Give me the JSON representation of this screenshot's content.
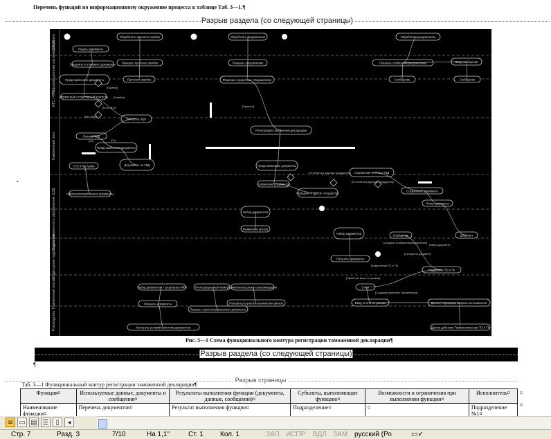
{
  "document": {
    "intro_line": "Перечень функций по информационному окружению процесса в таблице Таб. 3—1.¶",
    "section_break": "Разрыв раздела (со следующей страницы)",
    "figure_caption": "Рис. 3—1 Схема функционального контура регистрации таможенной декларации¶",
    "page_break": "Разрыв страницы",
    "table_caption": "Таб. 3—1 Функциональный контур регистрации таможенной декларации¶",
    "paragraph_mark": "¶",
    "bullet": "•"
  },
  "table": {
    "headers": [
      "Функция¤",
      "Используемые данные, документы и сообщения¤",
      "Результаты выполнения функции (документы, данные, сообщения)¤",
      "Субъекты, выполняющие функцию¤",
      "Возможности и ограничения при выполнении функции¤",
      "Исполнитель¤"
    ],
    "rows": [
      [
        "Наименование функции¤",
        "Перечень документов¤",
        "Результат выполнения функции¤",
        "Подразделение¤",
        "¤",
        "Подразделение №1¤"
      ]
    ],
    "cell_mark": "¤"
  },
  "diagram": {
    "lanes": [
      "Декларант",
      "Информационная система / ЭЦП",
      "ИТС / ФТС",
      "Таможенный пост",
      "ЦЭД",
      "Отдел таможенного оформления",
      "Структурное подразделение",
      "Таможенный инспектор",
      "Руководство"
    ],
    "nodes": [
      "Подать документы",
      "Загрузить и отправить документы",
      "Представленные документы",
      "Форматный и структурный контроль",
      "Контроль ЭЦП",
      "Полный ФЛК",
      "Представленные документы",
      "Документы на УВД",
      "УСЛ и РД Архив",
      "Найти дополнительные документы",
      "Обработать протокол ошибок",
      "Показать протокол ошибок",
      "Протокол ошибок",
      "Обработать уведомление",
      "Показать уведомление",
      "Решение о принятии - Уведомление",
      "Регистрация таможенной декларации",
      "Представленные документы",
      "Сохранение документов",
      "Передача в другое государство",
      "Набор документов",
      "Выявление рисков",
      "Набор документов",
      "Получить документы",
      "Обработать уведомление",
      "Показать сообщение/уведомление",
      "Ввод сообщения",
      "Сообщение",
      "Сообщение",
      "Сохранение отчета в УВД",
      "Сохранение документа",
      "Поиск документа",
      "Сообщение",
      "Документ",
      "Поддержка ТО и ТК",
      "Отчет",
      "Ввод отчета по рискам",
      "Дисспетчеризация запроса пользователя",
      "Набор документов + результаты ФЛК",
      "Показать документы",
      "Контроль условий принятия документов",
      "Регистрационный номер",
      "Выявленные риски и рекомендации",
      "Показать результаты выявления рисков",
      "Показать зарегистрированные документы",
      "Другие действия Таможенника при ТО и ТК"
    ],
    "guards": [
      "[Ошибки]",
      "[Ошибка]",
      "[Есть ЭЦП]",
      "[Нет ЭЦП]",
      "[Ок]",
      "[Ок]",
      "[Принято]",
      "[Относится к другому государству]",
      "[Относится к другому государству]",
      "[Созданы сообщения/уведомление]",
      "[Найти документ]",
      "[Сохранить документ]",
      "[Завершение ТО и ТК]",
      "[Принятые меры по рискам]",
      "[Создание действий Таможенника]"
    ]
  },
  "statusbar": {
    "page": "Стр. 7",
    "section": "Разд. 3",
    "pages": "7/10",
    "position": "На 1,1\"",
    "line": "Ст. 1",
    "column": "Кол. 1",
    "rec": "ЗАП",
    "trk": "ИСПР",
    "ext": "ВДЛ",
    "ovr": "ЗАМ",
    "language": "русский (Ро"
  },
  "colors": {
    "diagram_bg": "#000000",
    "diagram_line": "#c8c8c8",
    "statusbar_bg": "#ece9d8",
    "active_view": "#f5c85a"
  }
}
